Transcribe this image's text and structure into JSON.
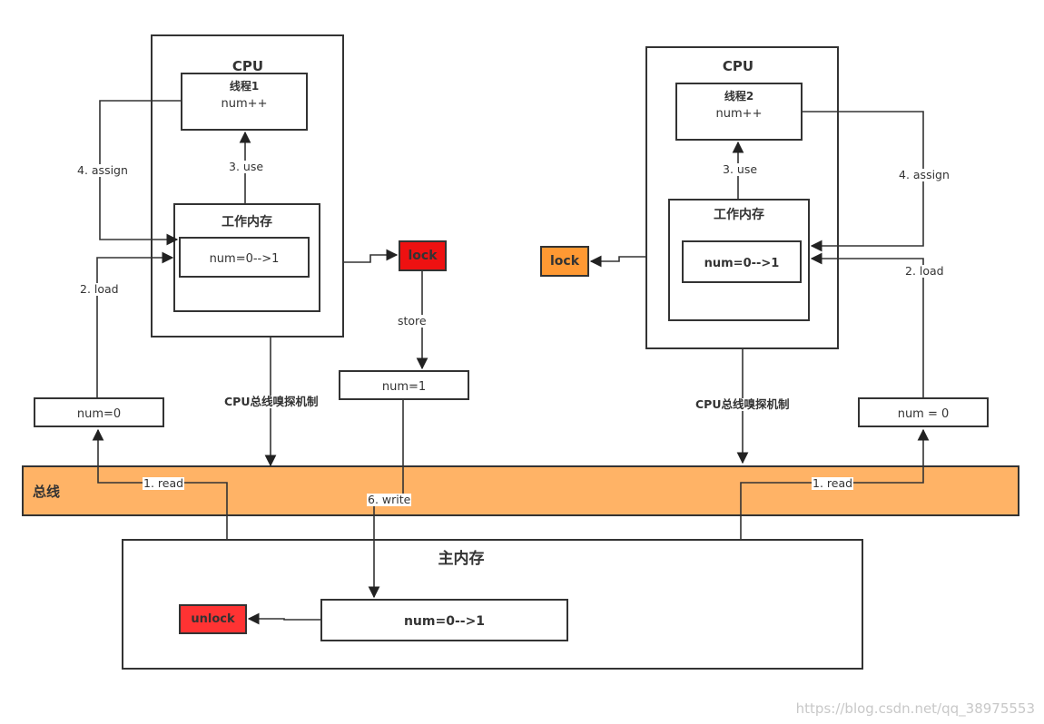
{
  "cpu_left": {
    "title": "CPU",
    "thread_title": "线程1",
    "thread_code": "num++",
    "work_mem_title": "工作内存",
    "work_mem_value": "num=0-->1",
    "use_label": "3. use",
    "assign_label": "4. assign",
    "load_label": "2. load",
    "load_box": "num=0",
    "read_label": "1. read",
    "sniff_label": "CPU总线嗅探机制",
    "lock_label": "lock",
    "store_label": "store",
    "store_box": "num=1",
    "write_label": "6. write"
  },
  "cpu_right": {
    "title": "CPU",
    "thread_title": "线程2",
    "thread_code": "num++",
    "work_mem_title": "工作内存",
    "work_mem_value": "num=0-->1",
    "use_label": "3. use",
    "assign_label": "4. assign",
    "load_label": "2. load",
    "load_box": "num = 0",
    "read_label": "1. read",
    "sniff_label": "CPU总线嗅探机制",
    "lock_label": "lock"
  },
  "bus": {
    "label": "总线"
  },
  "main_memory": {
    "title": "主内存",
    "value": "num=0-->1",
    "unlock_label": "unlock"
  },
  "colors": {
    "bus": "#ffb366",
    "lock_red": "#ee1111",
    "lock_orange": "#ff9933",
    "unlock_red": "#ff3333"
  },
  "watermark": "https://blog.csdn.net/qq_38975553"
}
